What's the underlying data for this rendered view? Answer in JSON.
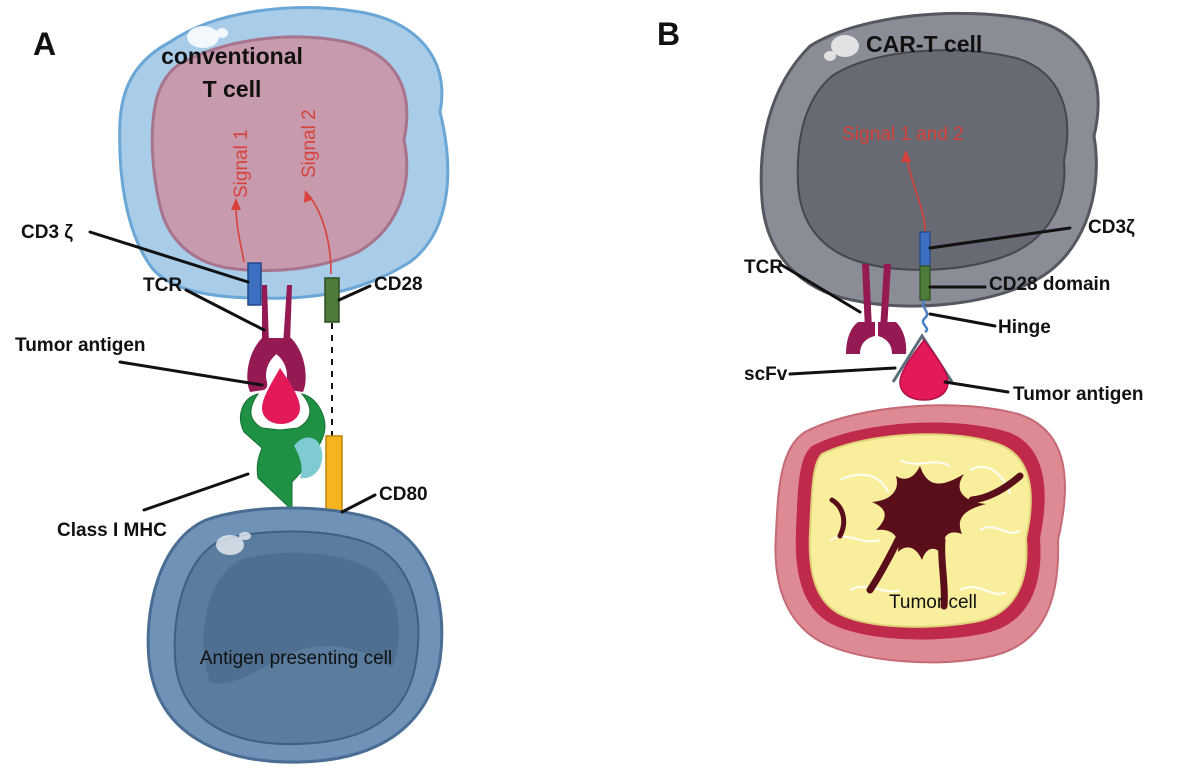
{
  "panels": {
    "a": {
      "letter": "A",
      "cell_title_line1": "conventional",
      "cell_title_line2": "T cell",
      "signal_1": "Signal 1",
      "signal_2": "Signal 2",
      "cd3z": "CD3 ζ",
      "tcr": "TCR",
      "cd28": "CD28",
      "tumor_antigen": "Tumor antigen",
      "mhc": "Class I MHC",
      "cd80": "CD80",
      "apc": "Antigen presenting cell"
    },
    "b": {
      "letter": "B",
      "cell_title": "CAR-T cell",
      "signal": "Signal 1 and 2",
      "cd3z": "CD3ζ",
      "tcr": "TCR",
      "cd28_domain": "CD28 domain",
      "hinge": "Hinge",
      "scfv": "scFv",
      "tumor_antigen": "Tumor antigen",
      "tumor_cell": "Tumor cell"
    }
  },
  "colors": {
    "t_cell_membrane": "#a9cde9",
    "t_cell_cytoplasm": "#c79aad",
    "car_t_membrane": "#8a8d96",
    "car_t_nucleus": "#676a73",
    "apc": "#6f92b6",
    "tumor_outer": "#de8a94",
    "tumor_inner": "#f9ee9b",
    "tumor_core": "#5a0e1a",
    "tcr": "#951a54",
    "cd3z": "#3d6fc1",
    "cd28": "#4e7a3a",
    "cd80": "#f4b51f",
    "mhc": "#1e9145",
    "antigen": "#e3195a",
    "signal_text": "#d8423a"
  }
}
